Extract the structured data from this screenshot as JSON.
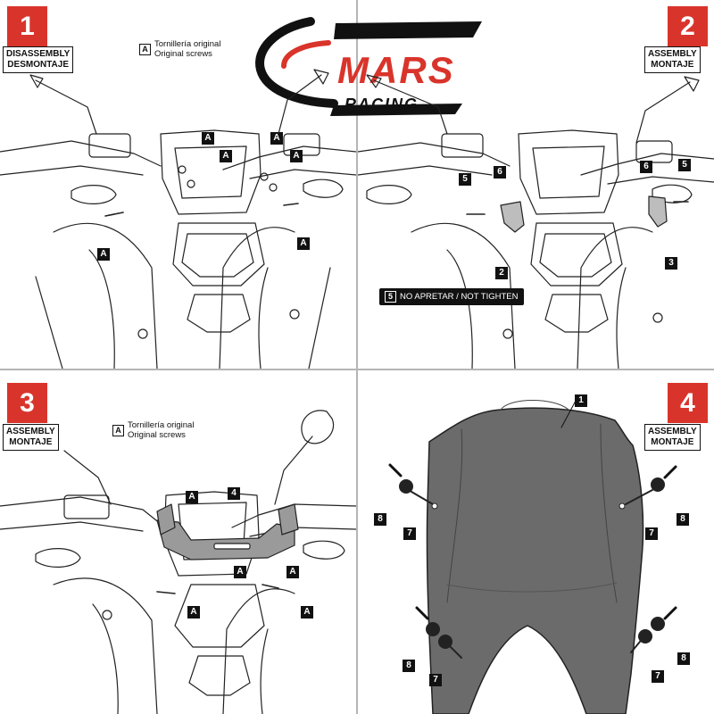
{
  "brand": {
    "name": "MARS",
    "sub": "RACING",
    "colors": {
      "accent": "#d9342b",
      "ink": "#111111",
      "screen_fill": "#6b6b6b",
      "bracket_fill": "#9a9a9a"
    }
  },
  "steps": [
    {
      "number": "1",
      "title": "DISASSEMBLY",
      "subtitle": "DESMONTAJE"
    },
    {
      "number": "2",
      "title": "ASSEMBLY",
      "subtitle": "MONTAJE"
    },
    {
      "number": "3",
      "title": "ASSEMBLY",
      "subtitle": "MONTAJE"
    },
    {
      "number": "4",
      "title": "ASSEMBLY",
      "subtitle": "MONTAJE"
    }
  ],
  "legends": {
    "screws": {
      "key": "A",
      "line1": "Tornillería original",
      "line2": "Original screws"
    },
    "tighten": {
      "key": "5",
      "text": "NO APRETAR / NOT TIGHTEN"
    }
  },
  "callouts": {
    "p1": [
      "A",
      "A",
      "A",
      "A",
      "A",
      "A"
    ],
    "p2": [
      "5",
      "6",
      "6",
      "5",
      "2",
      "3"
    ],
    "p3": [
      "A",
      "4",
      "A",
      "A",
      "A",
      "A"
    ],
    "p4": [
      "1",
      "8",
      "7",
      "7",
      "8",
      "8",
      "7",
      "7",
      "8"
    ]
  },
  "icons": [
    "logo-swoosh-icon",
    "motorcycle-front-drawing",
    "windscreen-drawing",
    "arrow-icon"
  ]
}
